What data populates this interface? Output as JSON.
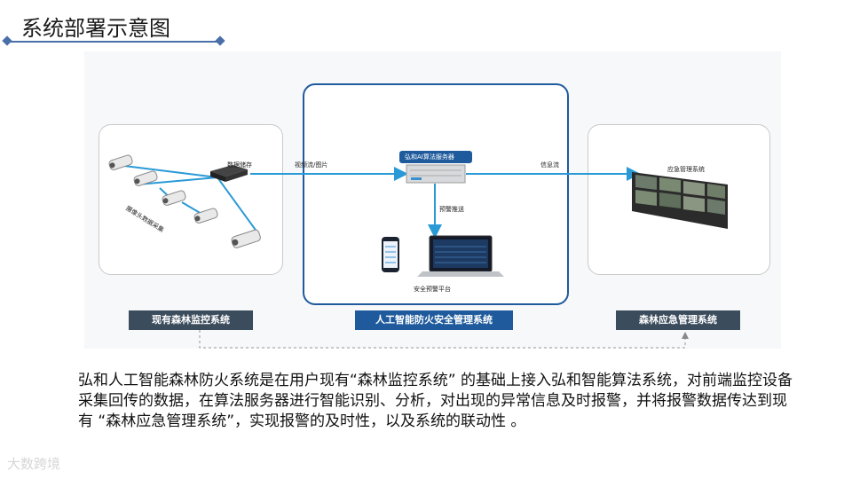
{
  "title": "系统部署示意图",
  "labels": {
    "data_storage": "数据储存",
    "camera_collect": "摄像头数据采集",
    "video_stream": "视频流/图片",
    "server": "弘和AI算法服务器",
    "info_stream": "信息流",
    "alert_push": "预警推送",
    "safety_platform": "安全预警平台",
    "emergency_system": "应急管理系统"
  },
  "bars": {
    "left": "现有森林监控系统",
    "mid": "人工智能防火安全管理系统",
    "right": "森林应急管理系统"
  },
  "body_text": "弘和人工智能森林防火系统是在用户现有“森林监控系统” 的基础上接入弘和智能算法系统，对前端监控设备采集回传的数据，在算法服务器进行智能识别、分析，对出现的异常信息及时报警，并将报警数据传达到现有 “森林应急管理系统”，实现报警的及时性，以及系统的联动性 。",
  "watermark": "大数跨境",
  "colors": {
    "accent": "#1f5b9c",
    "arrow": "#2a9ad6",
    "dark_bar": "#3b4c5c"
  }
}
